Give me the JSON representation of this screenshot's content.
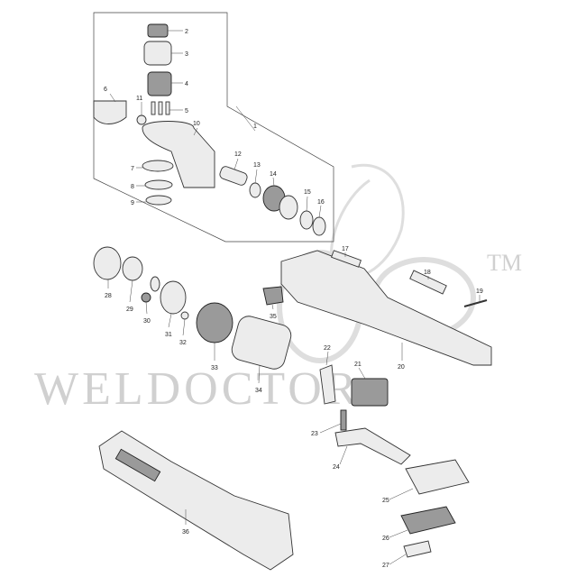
{
  "watermark": {
    "text": "WELDOCTOR",
    "trademark": "TM"
  },
  "callouts": [
    "1",
    "2",
    "3",
    "4",
    "5",
    "6",
    "7",
    "8",
    "9",
    "10",
    "11",
    "12",
    "13",
    "14",
    "15",
    "16",
    "17",
    "18",
    "19",
    "20",
    "21",
    "22",
    "23",
    "24",
    "25",
    "26",
    "27",
    "28",
    "29",
    "30",
    "31",
    "32",
    "33",
    "34",
    "35",
    "36"
  ]
}
